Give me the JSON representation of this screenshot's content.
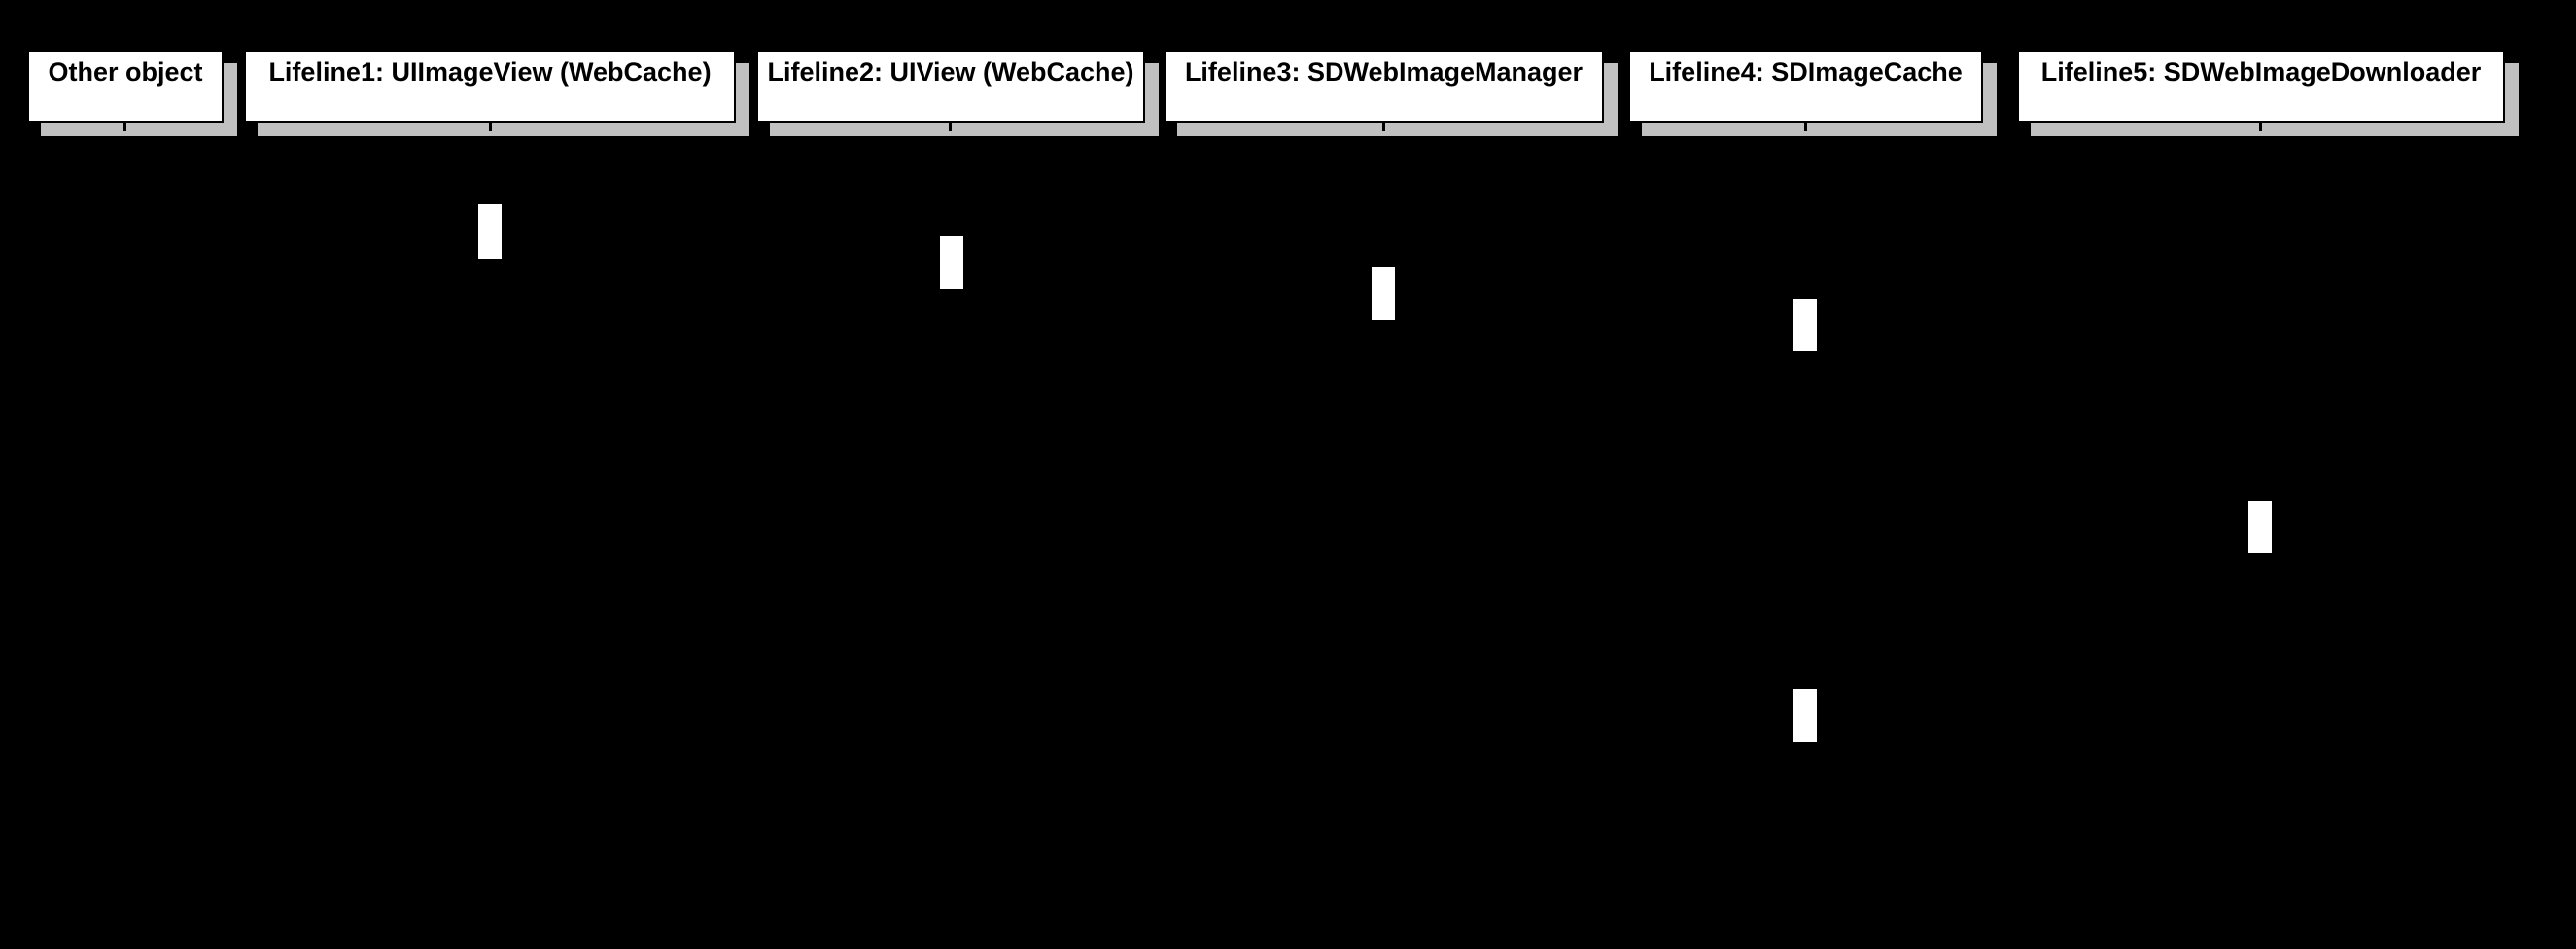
{
  "diagram": {
    "type": "uml-sequence-diagram",
    "background_color": "#000000",
    "head_fill": "#ffffff",
    "head_border_color": "#000000",
    "head_text_color": "#000000",
    "shadow_color": "#c0c0c0",
    "activation_fill": "#ffffff",
    "lifelines": [
      {
        "label": "Other object"
      },
      {
        "label": "Lifeline1: UIImageView (WebCache)"
      },
      {
        "label": "Lifeline2: UIView (WebCache)"
      },
      {
        "label": "Lifeline3: SDWebImageManager"
      },
      {
        "label": "Lifeline4: SDImageCache"
      },
      {
        "label": "Lifeline5: SDWebImageDownloader"
      }
    ],
    "activations": [
      {
        "lifeline": "Lifeline1: UIImageView (WebCache)"
      },
      {
        "lifeline": "Lifeline2: UIView (WebCache)"
      },
      {
        "lifeline": "Lifeline3: SDWebImageManager"
      },
      {
        "lifeline": "Lifeline4: SDImageCache"
      },
      {
        "lifeline": "Lifeline5: SDWebImageDownloader"
      },
      {
        "lifeline": "Lifeline4: SDImageCache"
      }
    ]
  }
}
